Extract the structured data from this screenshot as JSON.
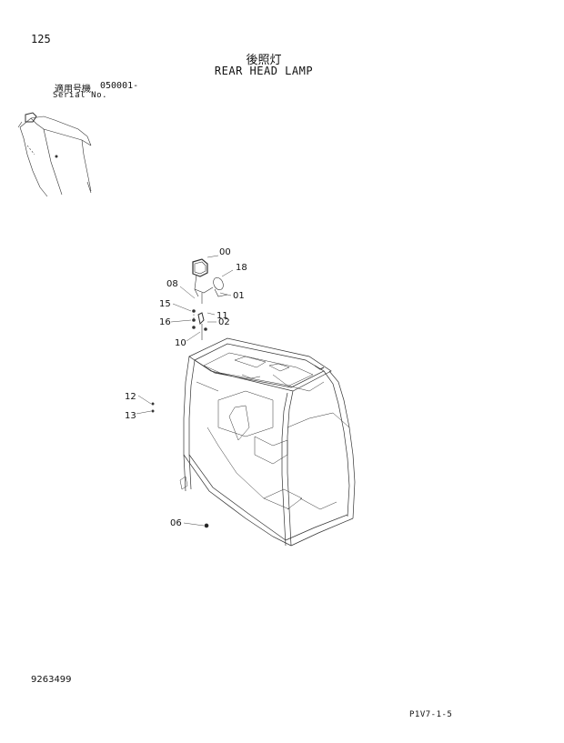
{
  "header": {
    "page_number": "125",
    "title_jp": "後照灯",
    "title_en": "REAR HEAD LAMP",
    "serial_label_jp": "適用号機",
    "serial_range": "050001-",
    "serial_label_en": "Serial No."
  },
  "callouts": {
    "c00": "00",
    "c18": "18",
    "c08": "08",
    "c01": "01",
    "c15": "15",
    "c11": "11",
    "c16": "16",
    "c02": "02",
    "c10": "10",
    "c12": "12",
    "c13": "13",
    "c06": "06"
  },
  "footer": {
    "doc_number": "9263499",
    "page_code": "P1V7-1-5"
  }
}
